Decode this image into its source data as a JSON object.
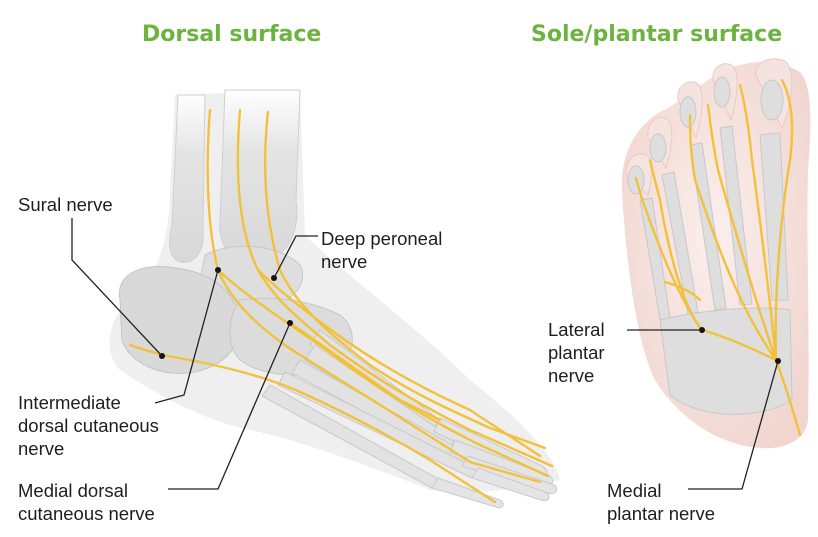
{
  "titles": {
    "dorsal": "Dorsal surface",
    "plantar": "Sole/plantar surface"
  },
  "labels": {
    "sural": [
      "Sural nerve"
    ],
    "deep_peroneal": [
      "Deep peroneal",
      "nerve"
    ],
    "intermediate": [
      "Intermediate",
      "dorsal cutaneous",
      "nerve"
    ],
    "medial_dorsal": [
      "Medial dorsal",
      "cutaneous nerve"
    ],
    "lateral_plantar": [
      "Lateral",
      "plantar",
      "nerve"
    ],
    "medial_plantar": [
      "Medial",
      "plantar nerve"
    ]
  },
  "colors": {
    "title": "#6cb33f",
    "nerve": "#f2c13c",
    "bone": "#dcdcdc",
    "skin": "#f3dcd7",
    "leader": "#222222"
  }
}
